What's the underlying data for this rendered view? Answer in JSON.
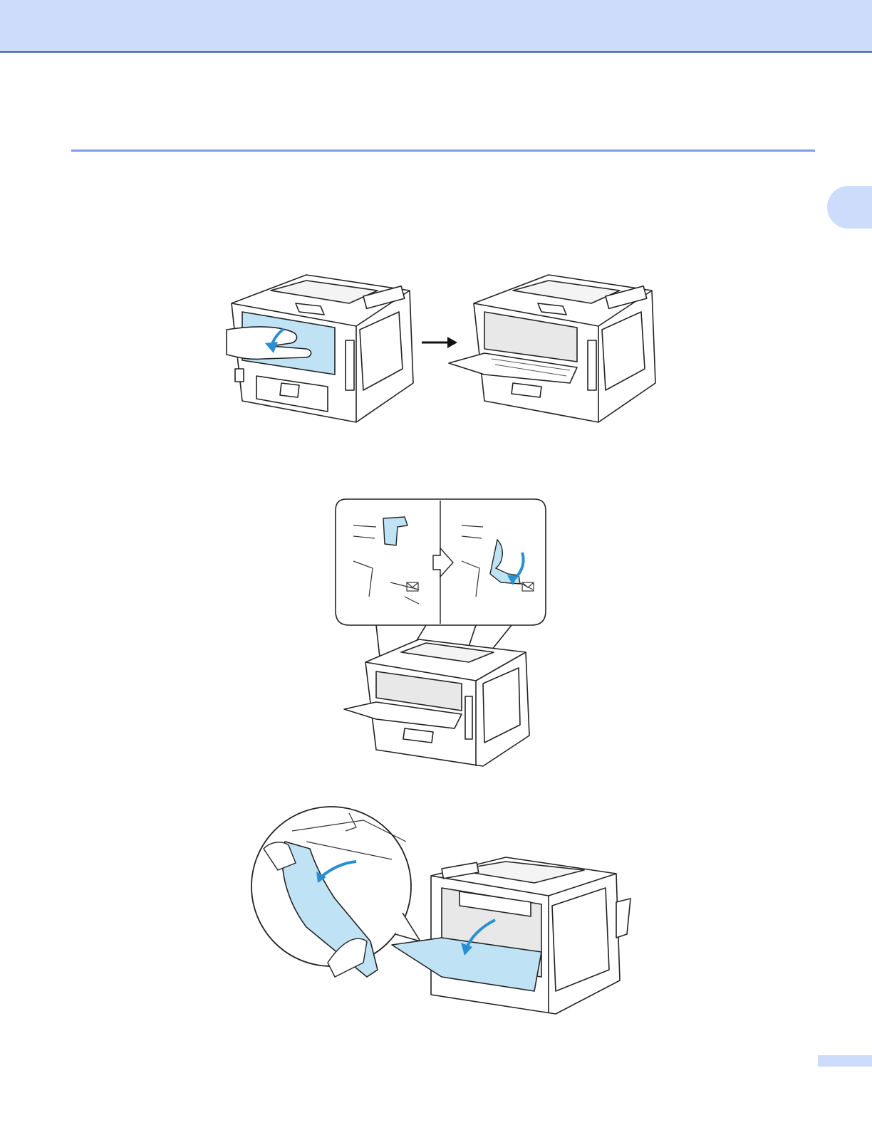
{
  "page": {
    "header_color": "#cddcfa",
    "rule_color": "#7a9fe0",
    "accent_blue": "#bfe3f5",
    "icon_blue": "#2a8fd0"
  },
  "figures": [
    {
      "icon": "printer-open-back-cover-illustration"
    },
    {
      "icon": "envelope-lever-push-down-illustration"
    },
    {
      "icon": "open-mp-tray-illustration"
    }
  ]
}
